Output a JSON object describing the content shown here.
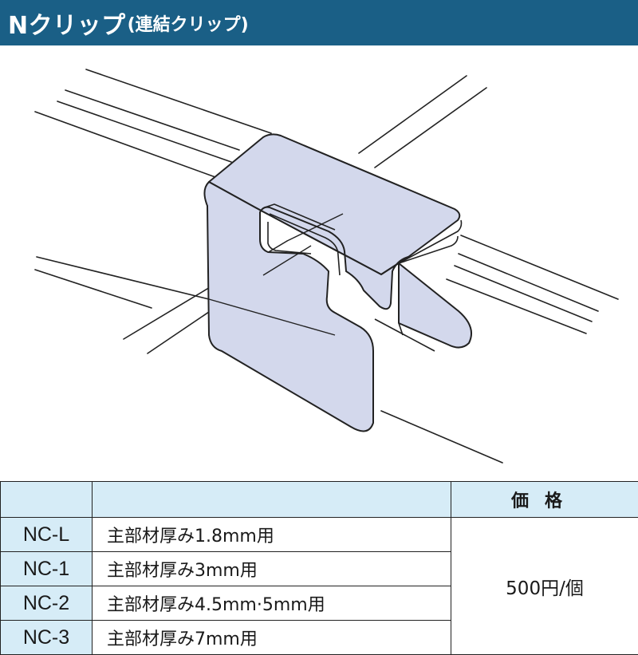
{
  "header": {
    "title": "Nクリップ",
    "subtitle": "(連結クリップ)"
  },
  "table": {
    "headers": [
      "",
      "",
      "価格"
    ],
    "price": "500円/個",
    "rows": [
      {
        "code": "NC-L",
        "description": "主部材厚み1.8mm用"
      },
      {
        "code": "NC-1",
        "description": "主部材厚み3mm用"
      },
      {
        "code": "NC-2",
        "description": "主部材厚み4.5mm·5mm用"
      },
      {
        "code": "NC-3",
        "description": "主部材厚み7mm用"
      }
    ]
  },
  "colors": {
    "header_bg": "#1a5f86",
    "table_header_bg": "#d6ecf7",
    "clip_fill": "#d3d8ec"
  }
}
